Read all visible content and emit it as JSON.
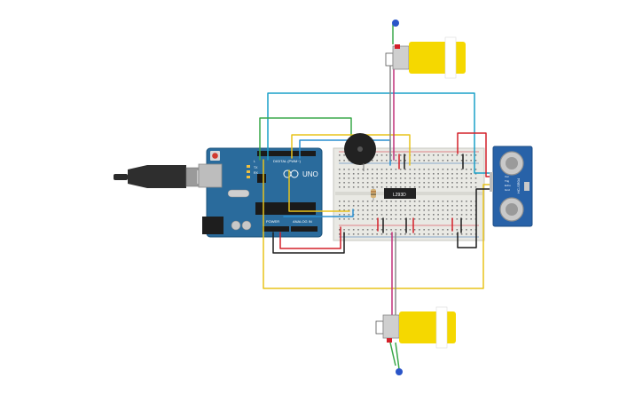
{
  "arduino": {
    "brand": "UNO",
    "header_digital": "DIGITAL (PWM~)",
    "header_power": "POWER",
    "header_analog": "ANALOG IN",
    "pin_tx": "TX",
    "pin_rx": "RX",
    "pin_l": "L"
  },
  "chip": {
    "label": "L293D"
  },
  "sensor": {
    "model": "HC-SR04",
    "pins": [
      "Vcc",
      "Trig",
      "Echo",
      "Gnd"
    ]
  },
  "colors": {
    "board": "#2a6b9c",
    "breadboard": "#e9e9e4",
    "motor": "#f5d800",
    "sensor": "#2862a8",
    "wire_red": "#d4202a",
    "wire_black": "#1c1c1c",
    "wire_yellow": "#e8c31c",
    "wire_green": "#3aa84a",
    "wire_blue": "#2a8fd0",
    "wire_cyan": "#1aa0c8",
    "wire_magenta": "#c0307a",
    "wire_gray": "#8a8a8a"
  }
}
